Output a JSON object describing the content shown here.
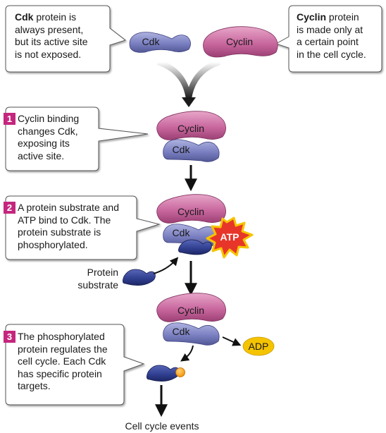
{
  "callouts": {
    "cdk_note": {
      "bold": "Cdk",
      "rest": " protein is\nalways present,\nbut its active site\nis not exposed."
    },
    "cyclin_note": {
      "bold": "Cyclin",
      "rest": " protein\nis made only at\na certain point\nin the cell cycle."
    },
    "step1": {
      "number": "1",
      "text": "Cyclin binding\nchanges Cdk,\nexposing its\nactive site."
    },
    "step2": {
      "number": "2",
      "text": "A protein substrate and\nATP bind to Cdk. The\nprotein substrate is\nphosphorylated."
    },
    "step3": {
      "number": "3",
      "text": "The phosphorylated\nprotein regulates the\ncell cycle. Each Cdk\nhas specific protein\ntargets."
    }
  },
  "labels": {
    "cdk": "Cdk",
    "cyclin": "Cyclin",
    "atp": "ATP",
    "adp": "ADP",
    "protein_substrate": "Protein\nsubstrate",
    "cell_cycle_events": "Cell cycle events"
  },
  "colors": {
    "cyclin_fill": "#c9689f",
    "cdk_fill": "#7b80c2",
    "substrate_fill": "#2f3d8f",
    "atp_burst": "#e8352a",
    "adp_fill": "#f5c400",
    "phosphate": "#f39200",
    "step_badge": "#c4267d"
  }
}
